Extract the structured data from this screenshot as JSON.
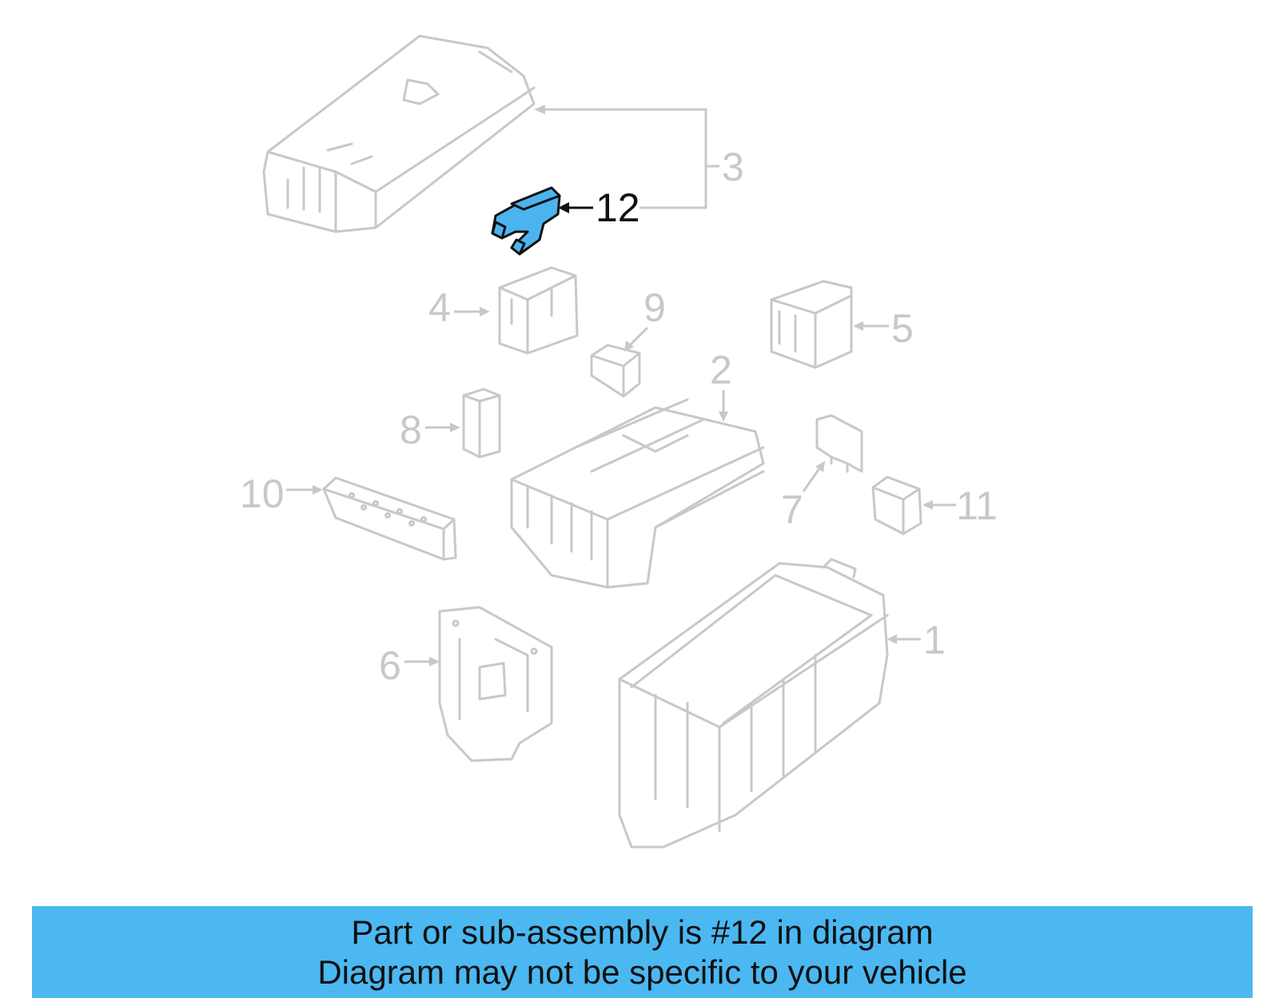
{
  "diagram": {
    "highlighted_part": "12",
    "callouts": {
      "c1": "1",
      "c2": "2",
      "c3": "3",
      "c4": "4",
      "c5": "5",
      "c6": "6",
      "c7": "7",
      "c8": "8",
      "c9": "9",
      "c10": "10",
      "c11": "11",
      "c12": "12"
    },
    "colors": {
      "highlight_fill": "#4bb4ef",
      "outline_gray": "#c8c8c8",
      "banner": "#4bb8f2"
    }
  },
  "banner": {
    "line1": "Part or sub-assembly is #12 in diagram",
    "line2": "Diagram may not be specific to your vehicle"
  }
}
